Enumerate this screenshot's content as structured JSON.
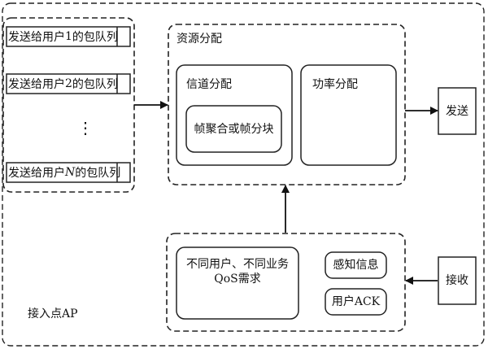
{
  "access_point": {
    "label": "接入点AP"
  },
  "queues": {
    "items": [
      {
        "prefix": "发送给用户",
        "user": "1",
        "suffix": "的包队列"
      },
      {
        "prefix": "发送给用户",
        "user": "2",
        "suffix": "的包队列"
      },
      {
        "prefix": "发送给用户",
        "user": "N",
        "suffix": " 的包队列"
      }
    ],
    "ellipsis": "⋮"
  },
  "resource_allocation": {
    "title": "资源分配",
    "channel": {
      "title": "信道分配",
      "aggregation": "帧聚合或帧分块"
    },
    "power": {
      "title": "功率分配"
    }
  },
  "send": {
    "label": "发送"
  },
  "receive": {
    "label": "接收"
  },
  "feedback": {
    "requirements_line1": "不同用户、不同业务",
    "requirements_line2": "QoS需求",
    "sensing": "感知信息",
    "user_ack": "用户ACK"
  }
}
